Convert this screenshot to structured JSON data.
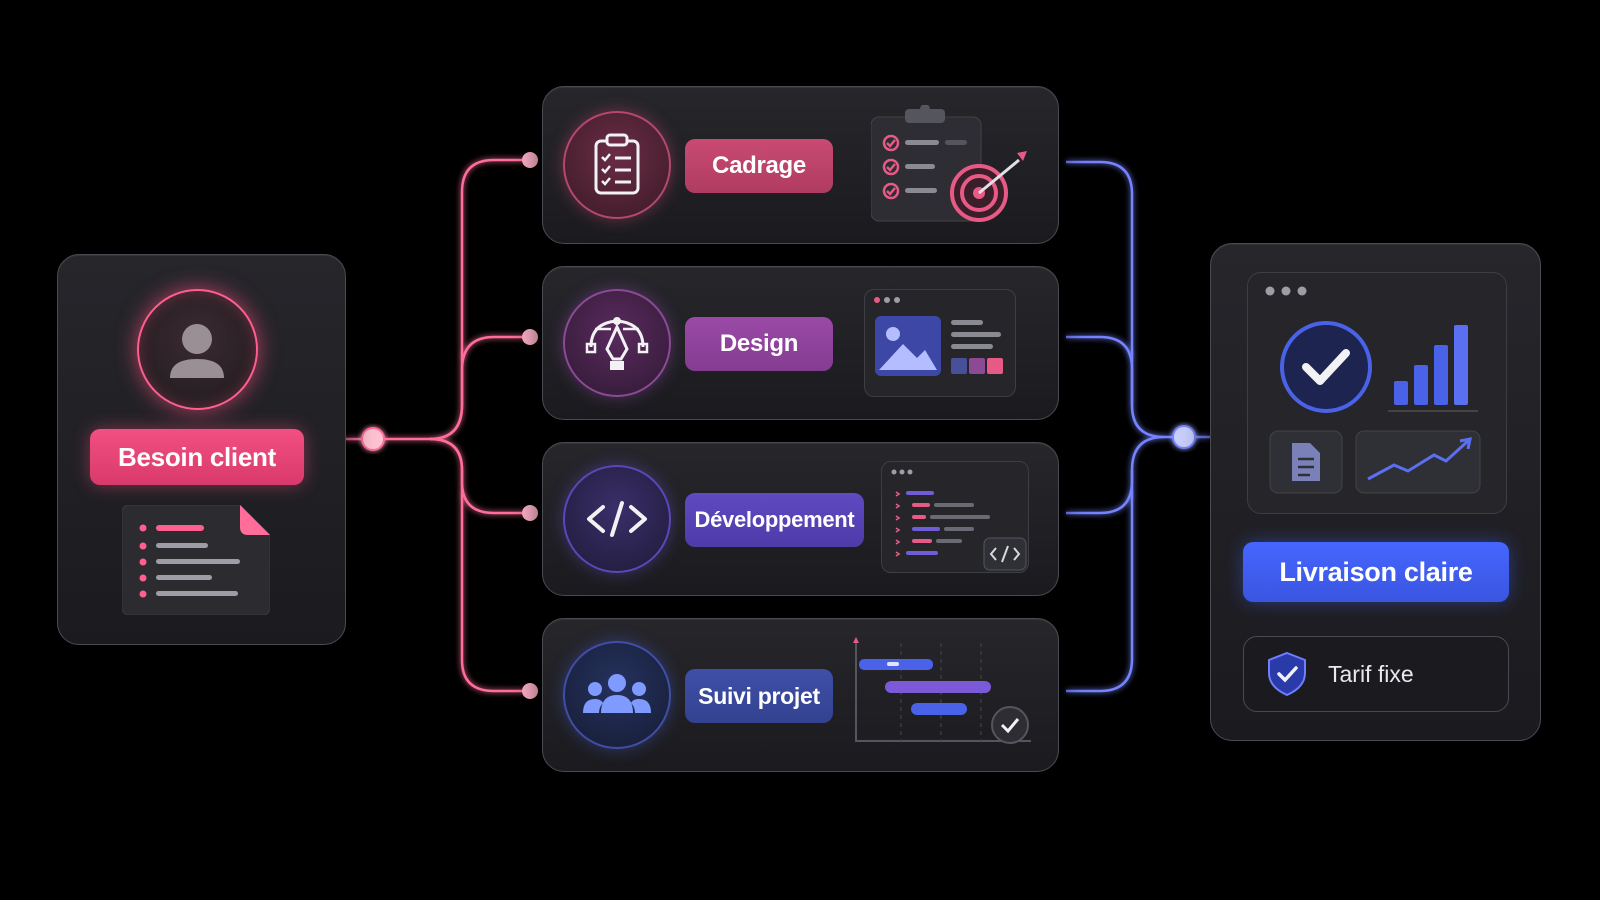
{
  "source": {
    "label": "Besoin client",
    "icon": "user-icon",
    "doc_icon": "document-icon"
  },
  "stages": [
    {
      "label": "Cadrage",
      "icon": "clipboard-checklist-icon",
      "illustration": "checklist-target-icon",
      "color": "#c94a72"
    },
    {
      "label": "Design",
      "icon": "pen-tool-icon",
      "illustration": "image-editor-icon",
      "color": "#9a4aa6"
    },
    {
      "label": "Développement",
      "icon": "code-icon",
      "illustration": "code-editor-icon",
      "color": "#5b47b8"
    },
    {
      "label": "Suivi projet",
      "icon": "team-icon",
      "illustration": "gantt-chart-icon",
      "color": "#3f4fa8"
    }
  ],
  "result": {
    "label": "Livraison claire",
    "badge_label": "Tarif fixe",
    "icon": "dashboard-icon",
    "badge_icon": "shield-check-icon"
  },
  "colors": {
    "pink": "#ff5f8f",
    "blue": "#6f7dff",
    "accent_pink": "#f0457a",
    "accent_blue": "#3d5ef0"
  }
}
